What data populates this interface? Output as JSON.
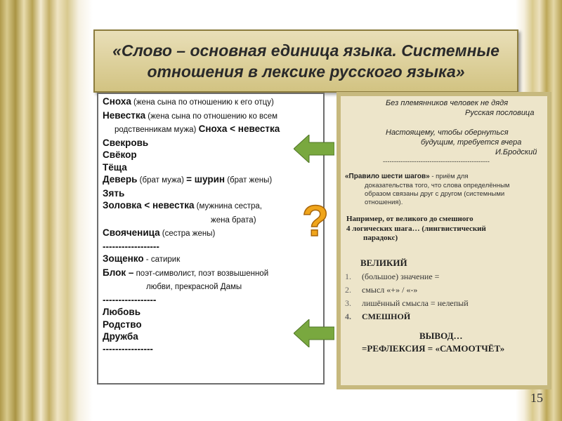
{
  "title": {
    "line1": "«Слово – основная единица языка. Системные",
    "line2": "отношения в лексике русского языка»"
  },
  "left": {
    "lines": [
      {
        "b": "Сноха",
        "n": " (жена сына по отношению к его отцу)"
      },
      {
        "b": "Невестка",
        "n": " (жена сына по отношению ко всем"
      },
      {
        "n": "родственникам мужа) ",
        "b2": "Сноха < невестка",
        "indent": "ind3"
      },
      {
        "b": "Свекровь"
      },
      {
        "b": "Свёкор"
      },
      {
        "b": "Тёща"
      },
      {
        "b": "Деверь",
        "n": " (брат мужа) ",
        "b2": "= шурин",
        "n2": " (брат жены)"
      },
      {
        "b": "Зять"
      },
      {
        "b": "Золовка < невестка",
        "n": " (мужнина сестра,"
      },
      {
        "n": "жена брата)",
        "indent": "ind"
      },
      {
        "b": "Свояченица",
        "n": " (сестра жены)"
      },
      {
        "b": "------------------"
      },
      {
        "b": "Зощенко",
        "n": " - сатирик"
      },
      {
        "b": "Блок –",
        "n": " поэт-символист, поэт возвышенной"
      },
      {
        "n": "любви, прекрасной Дамы",
        "indent": "ind2"
      },
      {
        "b": "-----------------"
      },
      {
        "b": "Любовь"
      },
      {
        "b": "Родство"
      },
      {
        "b": "Дружба"
      },
      {
        "b": "----------------"
      }
    ]
  },
  "right": {
    "q1": "Без племянников человек не дядя",
    "q1_src": "Русская пословица",
    "q2a": "Настоящему, чтобы обернуться",
    "q2b": "будущим, требуется вчера",
    "q2_src": "И.Бродский",
    "sep": "------------------------------------------------",
    "rule_bold": "«Правило шести шагов»",
    "rule_rest": " - приём для",
    "rule2": "доказательства того, что слова определённым",
    "rule3": "образом связаны друг с другом (системными",
    "rule4": "отношения).",
    "ex1": "Например, от великого до смешного",
    "ex2": "4 логических шага… (лингвистический",
    "ex3": "парадокс)",
    "word1": "ВЕЛИКИЙ",
    "items": [
      {
        "num": "1.",
        "text": "(большое) значение ="
      },
      {
        "num": "2.",
        "text": "смысл  «+» / «-» "
      },
      {
        "num": "3.",
        "text": "лишённый смысла = нелепый "
      },
      {
        "num": "4.",
        "text": "СМЕШНОЙ"
      }
    ],
    "concl": "ВЫВОД…",
    "concl2": "=РЕФЛЕКСИЯ = «САМООТЧЁТ»"
  },
  "question_mark": "?",
  "page_number": "15",
  "colors": {
    "arrow_green": "#79a83f",
    "question_mark": "#f0a51b",
    "title_bg": "#ddd098",
    "right_bg": "#ede5ca"
  }
}
